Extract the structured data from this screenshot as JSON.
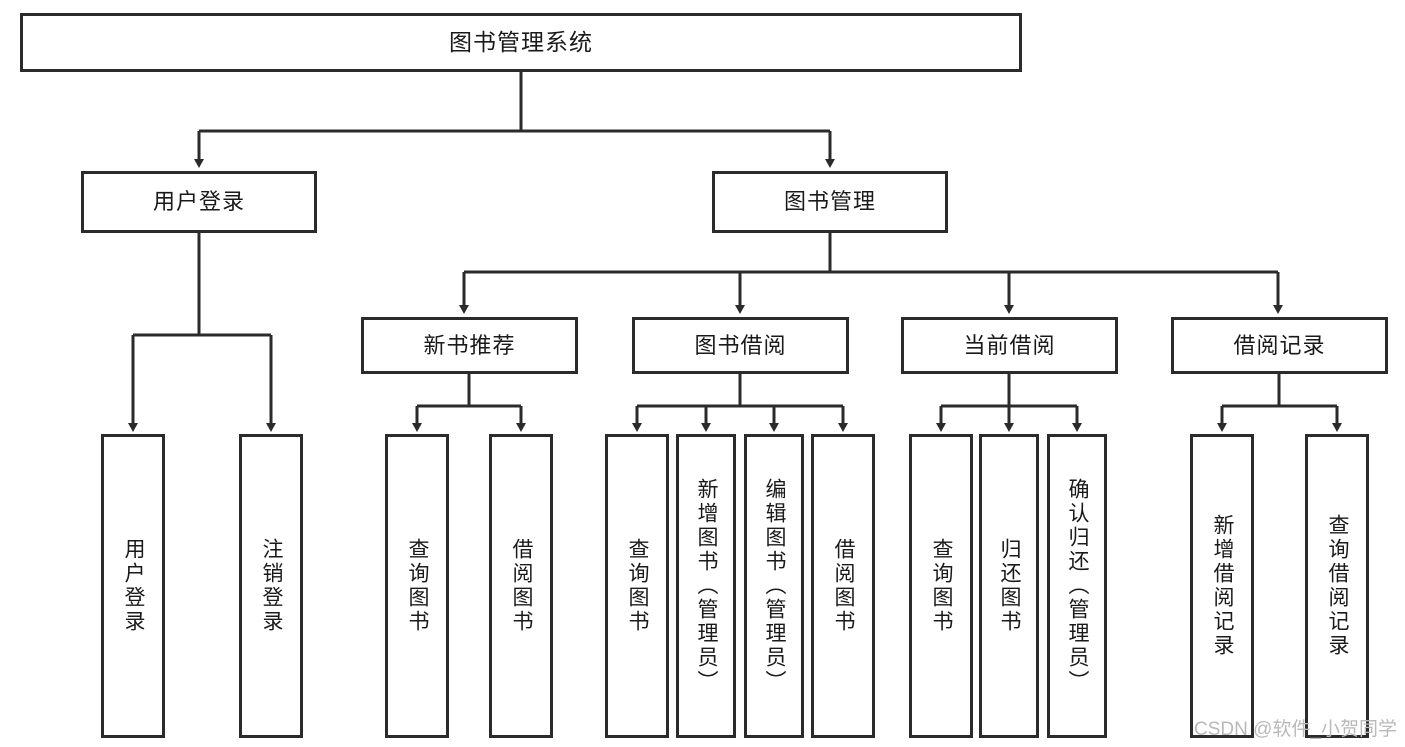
{
  "diagram": {
    "title": "图书管理系统",
    "watermark": "CSDN @软件_小贺同学",
    "colors": {
      "stroke": "#2b2b2b",
      "fill": "#ffffff",
      "text": "#1a1a1a",
      "watermark": "#b9b9b9"
    },
    "levels": {
      "root": {
        "label": "图书管理系统"
      },
      "level2": [
        {
          "label": "用户登录"
        },
        {
          "label": "图书管理"
        }
      ],
      "level3": [
        {
          "label": "新书推荐"
        },
        {
          "label": "图书借阅"
        },
        {
          "label": "当前借阅"
        },
        {
          "label": "借阅记录"
        }
      ],
      "leaves_user_login": [
        {
          "label": "用户登录"
        },
        {
          "label": "注销登录"
        }
      ],
      "leaves_new_book": [
        {
          "label": "查询图书"
        },
        {
          "label": "借阅图书"
        }
      ],
      "leaves_borrow": [
        {
          "label": "查询图书"
        },
        {
          "label": "新增图书（管理员）"
        },
        {
          "label": "编辑图书（管理员）"
        },
        {
          "label": "借阅图书"
        }
      ],
      "leaves_current": [
        {
          "label": "查询图书"
        },
        {
          "label": "归还图书"
        },
        {
          "label": "确认归还（管理员）"
        }
      ],
      "leaves_record": [
        {
          "label": "新增借阅记录"
        },
        {
          "label": "查询借阅记录"
        }
      ]
    }
  }
}
